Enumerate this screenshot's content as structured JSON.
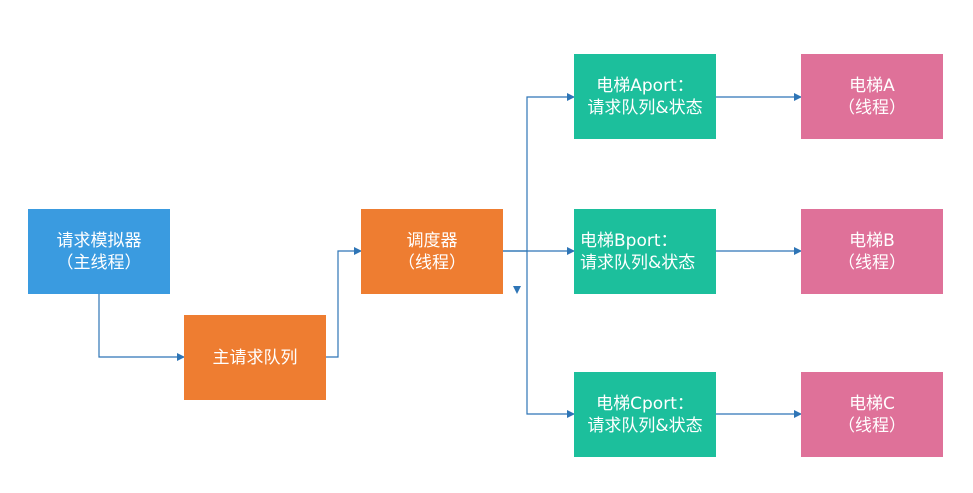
{
  "colors": {
    "simulator": "#3a9be0",
    "orange": "#ee7d31",
    "port": "#1cbf9c",
    "elevator": "#df7199",
    "arrow": "#2e75b6"
  },
  "simulator": {
    "line1": "请求模拟器",
    "line2": "（主线程）"
  },
  "main_queue": {
    "line1": "主请求队列"
  },
  "scheduler": {
    "line1": "调度器",
    "line2": "（线程）"
  },
  "ports": [
    {
      "line1": "电梯Aport：",
      "line2": "请求队列&状态"
    },
    {
      "line1": "电梯Bport：",
      "line2": "请求队列&状态"
    },
    {
      "line1": "电梯Cport：",
      "line2": "请求队列&状态"
    }
  ],
  "elevators": [
    {
      "line1": "电梯A",
      "line2": "（线程）"
    },
    {
      "line1": "电梯B",
      "line2": "（线程）"
    },
    {
      "line1": "电梯C",
      "line2": "（线程）"
    }
  ]
}
